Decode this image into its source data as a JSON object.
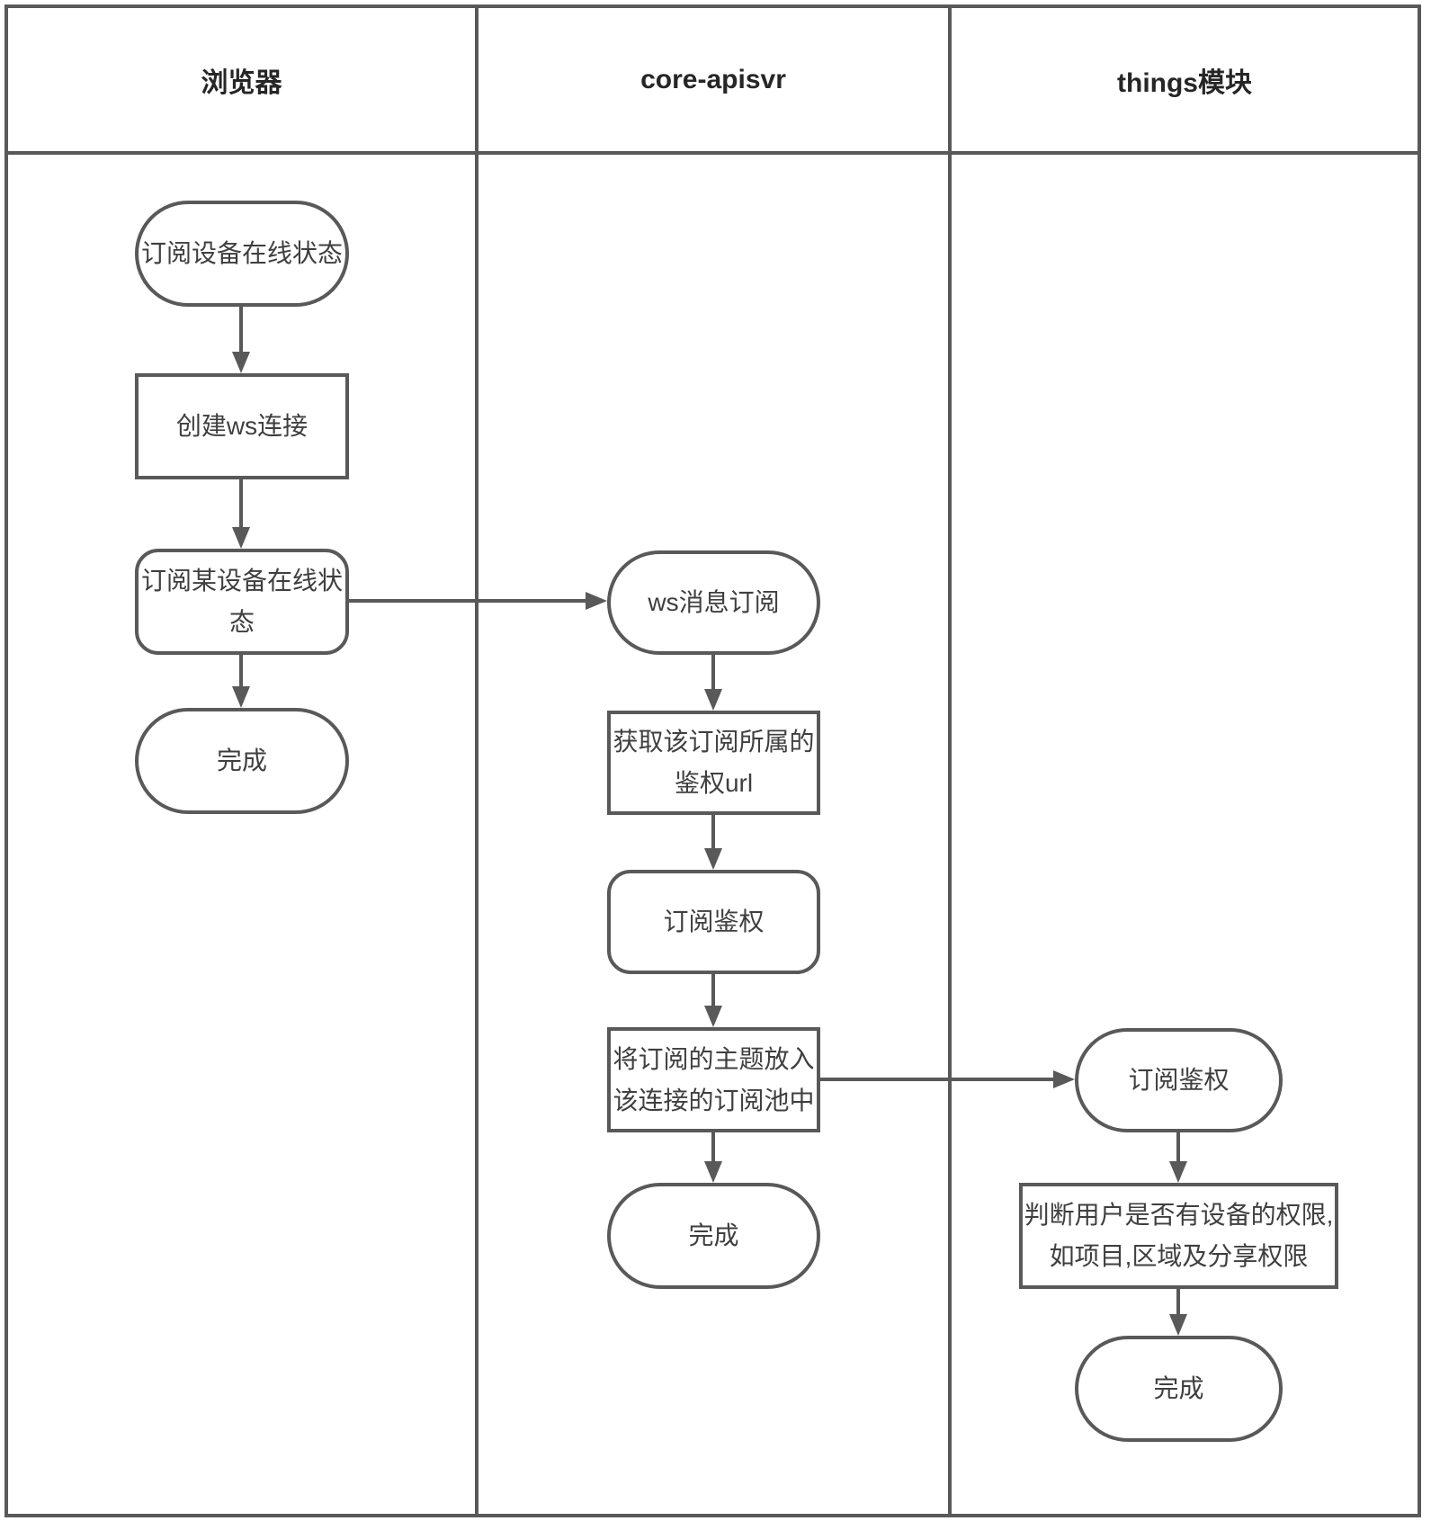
{
  "lanes": [
    {
      "label": "浏览器"
    },
    {
      "label": "core-apisvr"
    },
    {
      "label": "things模块"
    }
  ],
  "nodes": {
    "subscribe_device_status": {
      "shape": "stadium",
      "lane": "浏览器",
      "lines": [
        "订阅设备在线状态"
      ]
    },
    "create_ws_connection": {
      "shape": "rect",
      "lane": "浏览器",
      "lines": [
        "创建ws连接"
      ]
    },
    "subscribe_one_device": {
      "shape": "rounded",
      "lane": "浏览器",
      "lines": [
        "订阅某设备在线状",
        "态"
      ]
    },
    "browser_done": {
      "shape": "stadium",
      "lane": "浏览器",
      "lines": [
        "完成"
      ]
    },
    "ws_message_subscribe": {
      "shape": "stadium",
      "lane": "core-apisvr",
      "lines": [
        "ws消息订阅"
      ]
    },
    "get_auth_url": {
      "shape": "rect",
      "lane": "core-apisvr",
      "lines": [
        "获取该订阅所属的",
        "鉴权url"
      ]
    },
    "subscribe_auth": {
      "shape": "rounded",
      "lane": "core-apisvr",
      "lines": [
        "订阅鉴权"
      ]
    },
    "put_topic_into_pool": {
      "shape": "rect",
      "lane": "core-apisvr",
      "lines": [
        "将订阅的主题放入",
        "该连接的订阅池中"
      ]
    },
    "core_done": {
      "shape": "stadium",
      "lane": "core-apisvr",
      "lines": [
        "完成"
      ]
    },
    "things_subscribe_auth": {
      "shape": "stadium",
      "lane": "things模块",
      "lines": [
        "订阅鉴权"
      ]
    },
    "check_device_permission": {
      "shape": "rect",
      "lane": "things模块",
      "lines": [
        "判断用户是否有设备的权限,",
        "如项目,区域及分享权限"
      ]
    },
    "things_done": {
      "shape": "stadium",
      "lane": "things模块",
      "lines": [
        "完成"
      ]
    }
  },
  "colors": {
    "stroke": "#595959",
    "node_text": "#3f3f3f",
    "header_text": "#262626",
    "background": "#ffffff"
  }
}
